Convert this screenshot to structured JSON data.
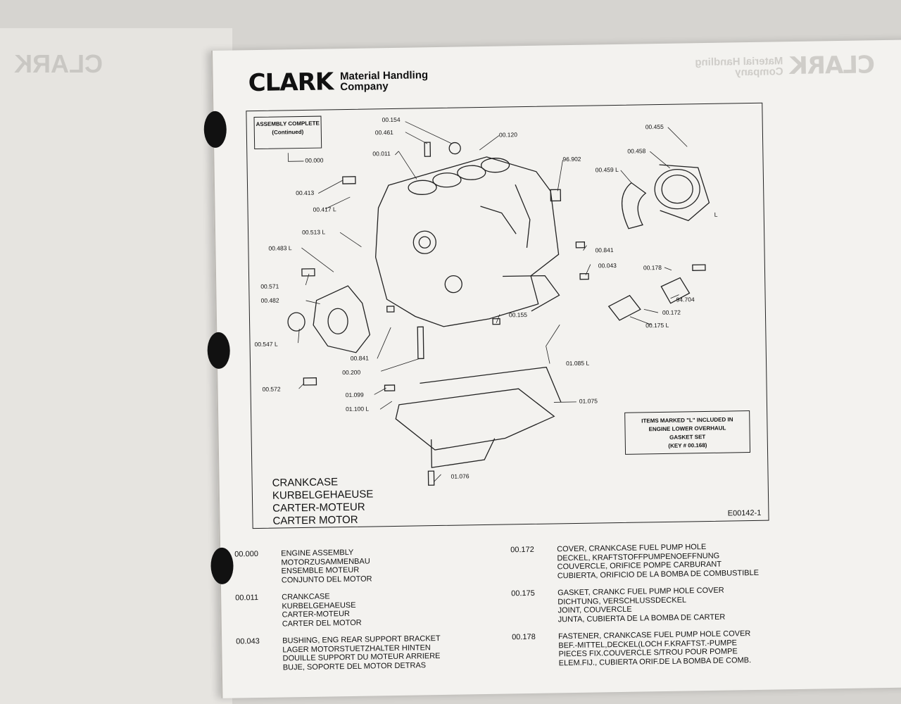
{
  "brand": {
    "logo": "CLARK",
    "line1": "Material Handling",
    "line2": "Company"
  },
  "diagram": {
    "callout_assembly": {
      "line1": "ASSEMBLY COMPLETE",
      "line2": "(Continued)"
    },
    "note_box": {
      "line1": "ITEMS MARKED \"L\" INCLUDED IN",
      "line2": "ENGINE LOWER OVERHAUL",
      "line3": "GASKET SET",
      "line4": "(KEY # 00.168)"
    },
    "labels": [
      "00.000",
      "00.154",
      "00.461",
      "00.011",
      "00.120",
      "96.902",
      "00.455",
      "00.458",
      "00.459 L",
      "00.413",
      "00.417 L",
      "00.513 L",
      "00.483 L",
      "00.571",
      "00.482",
      "00.547 L",
      "00.572",
      "00.841",
      "00.043",
      "00.178",
      "94.704",
      "00.172",
      "00.175 L",
      "00.155",
      "00.841",
      "00.200",
      "01.085 L",
      "01.099",
      "01.100 L",
      "01.075",
      "01.076",
      "L"
    ],
    "title_lines": [
      "CRANKCASE",
      "KURBELGEHAEUSE",
      "CARTER-MOTEUR",
      "CARTER MOTOR"
    ],
    "figure_code": "E00142-1"
  },
  "parts_left": [
    {
      "num": "00.000",
      "desc": [
        "ENGINE ASSEMBLY",
        "MOTORZUSAMMENBAU",
        "ENSEMBLE MOTEUR",
        "CONJUNTO DEL MOTOR"
      ]
    },
    {
      "num": "00.011",
      "desc": [
        "CRANKCASE",
        "KURBELGEHAEUSE",
        "CARTER-MOTEUR",
        "CARTER DEL MOTOR"
      ]
    },
    {
      "num": "00.043",
      "desc": [
        "BUSHING, ENG REAR SUPPORT BRACKET",
        "LAGER MOTORSTUETZHALTER HINTEN",
        "DOUILLE SUPPORT DU MOTEUR ARRIERE",
        "BUJE, SOPORTE DEL MOTOR DETRAS"
      ]
    }
  ],
  "parts_right": [
    {
      "num": "00.172",
      "desc": [
        "COVER, CRANKCASE FUEL PUMP HOLE",
        "DECKEL, KRAFTSTOFFPUMPENOEFFNUNG",
        "COUVERCLE, ORIFICE POMPE CARBURANT",
        "CUBIERTA, ORIFICIO DE LA BOMBA DE COMBUSTIBLE"
      ]
    },
    {
      "num": "00.175",
      "desc": [
        "GASKET, CRANKC FUEL PUMP HOLE COVER",
        "DICHTUNG, VERSCHLUSSDECKEL",
        "JOINT, COUVERCLE",
        "JUNTA, CUBIERTA DE LA BOMBA DE CARTER"
      ]
    },
    {
      "num": "00.178",
      "desc": [
        "FASTENER, CRANKCASE FUEL PUMP HOLE COVER",
        "BEF.-MITTEL,DECKEL(LOCH F.KRAFTST.-PUMPE",
        "PIECES FIX.COUVERCLE S/TROU POUR POMPE",
        "ELEM.FIJ., CUBIERTA ORIF.DE LA BOMBA DE COMB."
      ]
    }
  ]
}
